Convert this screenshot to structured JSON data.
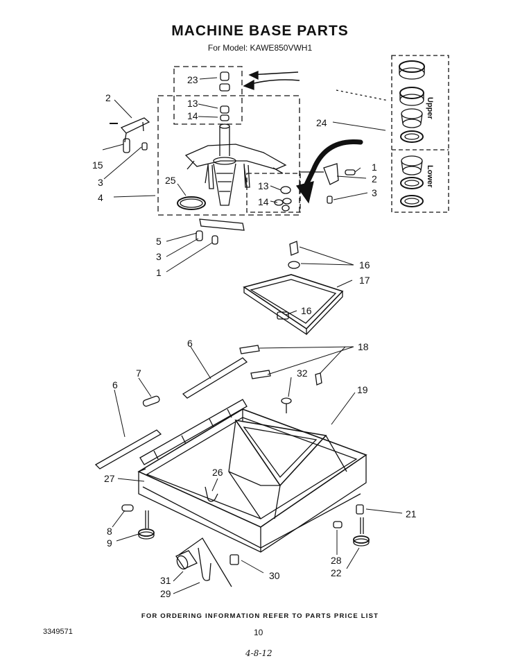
{
  "header": {
    "title": "MACHINE BASE PARTS",
    "model_line": "For Model: KAWE850VWH1"
  },
  "footer": {
    "ordering_note": "FOR ORDERING INFORMATION REFER TO PARTS PRICE LIST",
    "doc_number": "3349571",
    "page_number": "10",
    "date_mark": "4-8-12"
  },
  "inset": {
    "upper_label": "Upper",
    "lower_label": "Lower"
  },
  "callouts": {
    "c23": "23",
    "c13a": "13",
    "c14a": "14",
    "c2a": "2",
    "c15": "15",
    "c3a": "3",
    "c25": "25",
    "c4": "4",
    "c5": "5",
    "c3b": "3",
    "c1a": "1",
    "c24": "24",
    "c1b": "1",
    "c2b": "2",
    "c3c": "3",
    "c13b": "13",
    "c14b": "14",
    "c16a": "16",
    "c17": "17",
    "c16b": "16",
    "c6a": "6",
    "c18": "18",
    "c7": "7",
    "c6b": "6",
    "c32": "32",
    "c19": "19",
    "c27": "27",
    "c26": "26",
    "c21": "21",
    "c8": "8",
    "c9": "9",
    "c28": "28",
    "c22": "22",
    "c30": "30",
    "c31": "31",
    "c29": "29"
  }
}
